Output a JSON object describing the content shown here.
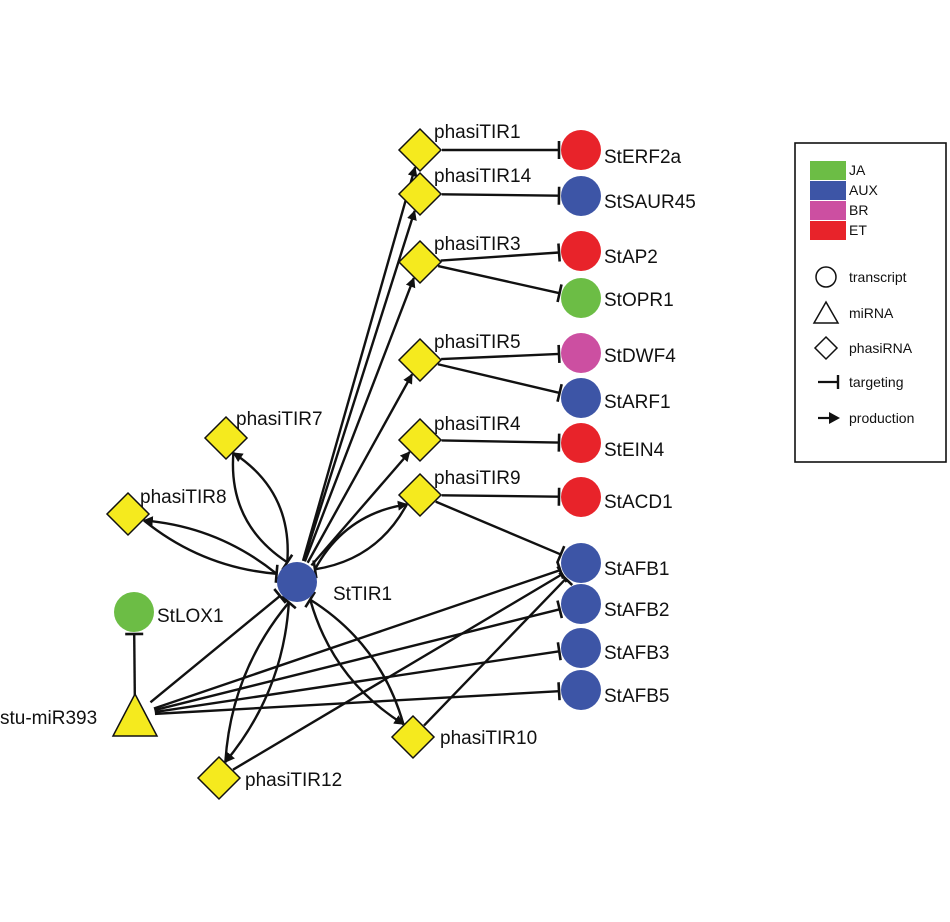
{
  "colors": {
    "edge": "#111111",
    "phasirna": "#f5ea1e",
    "miRNA": "#f5ea1e",
    "JA": "#6cbd45",
    "AUX": "#3d55a6",
    "BR": "#cc4fa1",
    "ET": "#e8232a"
  },
  "legend": {
    "categories": [
      {
        "key": "JA",
        "label": "JA"
      },
      {
        "key": "AUX",
        "label": "AUX"
      },
      {
        "key": "BR",
        "label": "BR"
      },
      {
        "key": "ET",
        "label": "ET"
      }
    ],
    "shapes": [
      {
        "shape": "circle",
        "label": "transcript"
      },
      {
        "shape": "triangle",
        "label": "miRNA"
      },
      {
        "shape": "diamond",
        "label": "phasiRNA"
      },
      {
        "shape": "tee",
        "label": "targeting"
      },
      {
        "shape": "arrow",
        "label": "production"
      }
    ]
  },
  "nodes": [
    {
      "id": "StTIR1",
      "label": "StTIR1",
      "shape": "circle",
      "category": "AUX"
    },
    {
      "id": "stu-miR393",
      "label": "stu-miR393",
      "shape": "triangle",
      "category": "miRNA"
    },
    {
      "id": "StLOX1",
      "label": "StLOX1",
      "shape": "circle",
      "category": "JA"
    },
    {
      "id": "phasiTIR1",
      "label": "phasiTIR1",
      "shape": "diamond",
      "category": "phasirna"
    },
    {
      "id": "phasiTIR14",
      "label": "phasiTIR14",
      "shape": "diamond",
      "category": "phasirna"
    },
    {
      "id": "phasiTIR3",
      "label": "phasiTIR3",
      "shape": "diamond",
      "category": "phasirna"
    },
    {
      "id": "phasiTIR5",
      "label": "phasiTIR5",
      "shape": "diamond",
      "category": "phasirna"
    },
    {
      "id": "phasiTIR4",
      "label": "phasiTIR4",
      "shape": "diamond",
      "category": "phasirna"
    },
    {
      "id": "phasiTIR9",
      "label": "phasiTIR9",
      "shape": "diamond",
      "category": "phasirna"
    },
    {
      "id": "phasiTIR7",
      "label": "phasiTIR7",
      "shape": "diamond",
      "category": "phasirna"
    },
    {
      "id": "phasiTIR8",
      "label": "phasiTIR8",
      "shape": "diamond",
      "category": "phasirna"
    },
    {
      "id": "phasiTIR10",
      "label": "phasiTIR10",
      "shape": "diamond",
      "category": "phasirna"
    },
    {
      "id": "phasiTIR12",
      "label": "phasiTIR12",
      "shape": "diamond",
      "category": "phasirna"
    },
    {
      "id": "StERF2a",
      "label": "StERF2a",
      "shape": "circle",
      "category": "ET"
    },
    {
      "id": "StSAUR45",
      "label": "StSAUR45",
      "shape": "circle",
      "category": "AUX"
    },
    {
      "id": "StAP2",
      "label": "StAP2",
      "shape": "circle",
      "category": "ET"
    },
    {
      "id": "StOPR1",
      "label": "StOPR1",
      "shape": "circle",
      "category": "JA"
    },
    {
      "id": "StDWF4",
      "label": "StDWF4",
      "shape": "circle",
      "category": "BR"
    },
    {
      "id": "StARF1",
      "label": "StARF1",
      "shape": "circle",
      "category": "AUX"
    },
    {
      "id": "StEIN4",
      "label": "StEIN4",
      "shape": "circle",
      "category": "ET"
    },
    {
      "id": "StACD1",
      "label": "StACD1",
      "shape": "circle",
      "category": "ET"
    },
    {
      "id": "StAFB1",
      "label": "StAFB1",
      "shape": "circle",
      "category": "AUX"
    },
    {
      "id": "StAFB2",
      "label": "StAFB2",
      "shape": "circle",
      "category": "AUX"
    },
    {
      "id": "StAFB3",
      "label": "StAFB3",
      "shape": "circle",
      "category": "AUX"
    },
    {
      "id": "StAFB5",
      "label": "StAFB5",
      "shape": "circle",
      "category": "AUX"
    }
  ],
  "edges": [
    {
      "from": "StTIR1",
      "to": "phasiTIR1",
      "type": "production"
    },
    {
      "from": "StTIR1",
      "to": "phasiTIR14",
      "type": "production"
    },
    {
      "from": "StTIR1",
      "to": "phasiTIR3",
      "type": "production"
    },
    {
      "from": "StTIR1",
      "to": "phasiTIR5",
      "type": "production"
    },
    {
      "from": "StTIR1",
      "to": "phasiTIR4",
      "type": "production"
    },
    {
      "from": "StTIR1",
      "to": "phasiTIR9",
      "type": "production"
    },
    {
      "from": "StTIR1",
      "to": "phasiTIR7",
      "type": "production"
    },
    {
      "from": "StTIR1",
      "to": "phasiTIR8",
      "type": "production"
    },
    {
      "from": "StTIR1",
      "to": "phasiTIR10",
      "type": "production"
    },
    {
      "from": "StTIR1",
      "to": "phasiTIR12",
      "type": "production"
    },
    {
      "from": "phasiTIR1",
      "to": "StERF2a",
      "type": "targeting"
    },
    {
      "from": "phasiTIR14",
      "to": "StSAUR45",
      "type": "targeting"
    },
    {
      "from": "phasiTIR3",
      "to": "StAP2",
      "type": "targeting"
    },
    {
      "from": "phasiTIR3",
      "to": "StOPR1",
      "type": "targeting"
    },
    {
      "from": "phasiTIR5",
      "to": "StDWF4",
      "type": "targeting"
    },
    {
      "from": "phasiTIR5",
      "to": "StARF1",
      "type": "targeting"
    },
    {
      "from": "phasiTIR4",
      "to": "StEIN4",
      "type": "targeting"
    },
    {
      "from": "phasiTIR9",
      "to": "StACD1",
      "type": "targeting"
    },
    {
      "from": "phasiTIR9",
      "to": "StAFB1",
      "type": "targeting"
    },
    {
      "from": "phasiTIR7",
      "to": "StTIR1",
      "type": "targeting"
    },
    {
      "from": "phasiTIR8",
      "to": "StTIR1",
      "type": "targeting"
    },
    {
      "from": "phasiTIR10",
      "to": "StTIR1",
      "type": "targeting"
    },
    {
      "from": "phasiTIR12",
      "to": "StTIR1",
      "type": "targeting"
    },
    {
      "from": "phasiTIR9",
      "to": "StTIR1",
      "type": "targeting"
    },
    {
      "from": "phasiTIR10",
      "to": "StAFB1",
      "type": "targeting"
    },
    {
      "from": "phasiTIR12",
      "to": "StAFB1",
      "type": "targeting"
    },
    {
      "from": "stu-miR393",
      "to": "StTIR1",
      "type": "targeting"
    },
    {
      "from": "stu-miR393",
      "to": "StLOX1",
      "type": "targeting"
    },
    {
      "from": "stu-miR393",
      "to": "StAFB1",
      "type": "targeting"
    },
    {
      "from": "stu-miR393",
      "to": "StAFB2",
      "type": "targeting"
    },
    {
      "from": "stu-miR393",
      "to": "StAFB3",
      "type": "targeting"
    },
    {
      "from": "stu-miR393",
      "to": "StAFB5",
      "type": "targeting"
    }
  ]
}
